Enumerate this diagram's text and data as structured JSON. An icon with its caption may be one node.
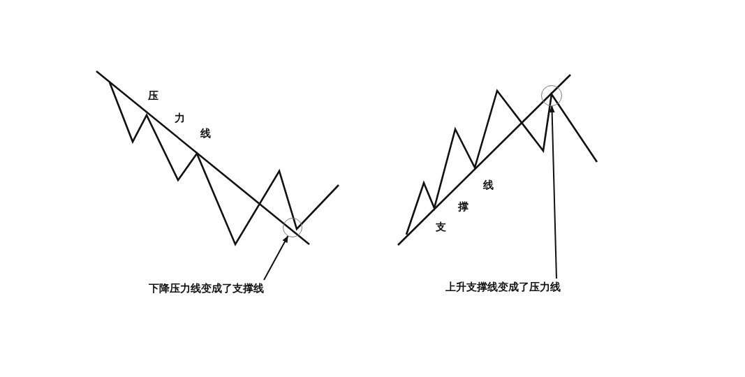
{
  "diagram": {
    "nodes": [
      {
        "text": [
          "下降压力线变成了支撑线"
        ]
      },
      {
        "text": [],
        "shape": "circle"
      },
      {
        "text": [
          "上升支撑线变成了压力线"
        ]
      },
      {
        "text": [],
        "shape": "circle"
      }
    ],
    "edges": [
      {
        "from": 0,
        "to": 1,
        "arrow": "to"
      },
      {
        "from": 2,
        "to": 3,
        "arrow": "to"
      }
    ],
    "labels": [
      "压",
      "力",
      "线",
      "线",
      "撑",
      "支"
    ]
  }
}
